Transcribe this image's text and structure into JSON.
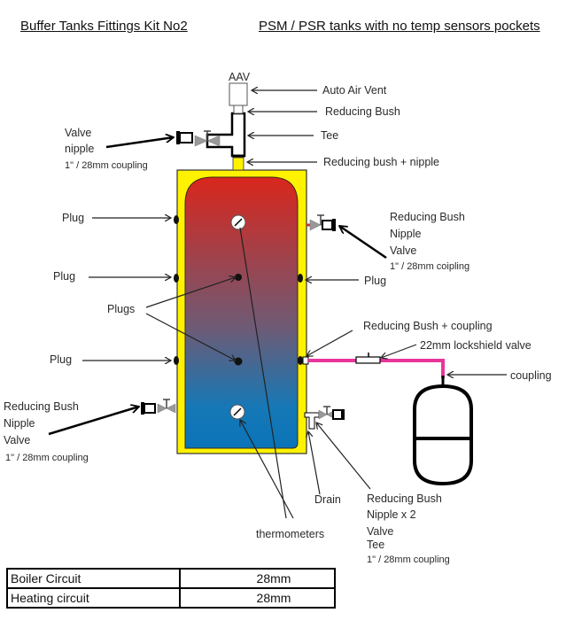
{
  "header": {
    "title_left": "Buffer Tanks Fittings Kit No2",
    "title_right": "PSM / PSR tanks with no temp sensors pockets"
  },
  "labels": {
    "aav": "AAV",
    "auto_air_vent": "Auto Air Vent",
    "reducing_bush_top": "Reducing Bush",
    "tee": "Tee",
    "reducing_bush_nipple": "Reducing bush + nipple",
    "top_left_valve": [
      "Valve",
      "nipple",
      "1\" / 28mm coupling"
    ],
    "plug_left_1": "Plug",
    "plug_left_2": "Plug",
    "plug_left_3": "Plug",
    "plugs_internal": "Plugs",
    "plug_right": "Plug",
    "right_top_valve": [
      "Reducing Bush",
      "Nipple",
      "Valve",
      "1\" / 28mm coipling"
    ],
    "reducing_bush_coupling": "Reducing Bush + coupling",
    "lockshield_valve": "22mm lockshield valve",
    "coupling": "coupling",
    "bottom_left_valve": [
      "Reducing Bush",
      "Nipple",
      "Valve",
      "1\" / 28mm coupling"
    ],
    "drain": "Drain",
    "bottom_right_valve": [
      "Reducing Bush",
      "Nipple x 2",
      "Valve",
      "Tee",
      "1\" / 28mm coupling"
    ],
    "thermometers": "thermometers"
  },
  "spec_table": [
    {
      "circuit": "Boiler Circuit",
      "size": "28mm"
    },
    {
      "circuit": "Heating circuit",
      "size": "28mm"
    }
  ],
  "colors": {
    "tank_jacket": "#fff200",
    "hot": "#d9261c",
    "cold": "#0a74b8",
    "expansion_pipe": "#e8359a"
  }
}
